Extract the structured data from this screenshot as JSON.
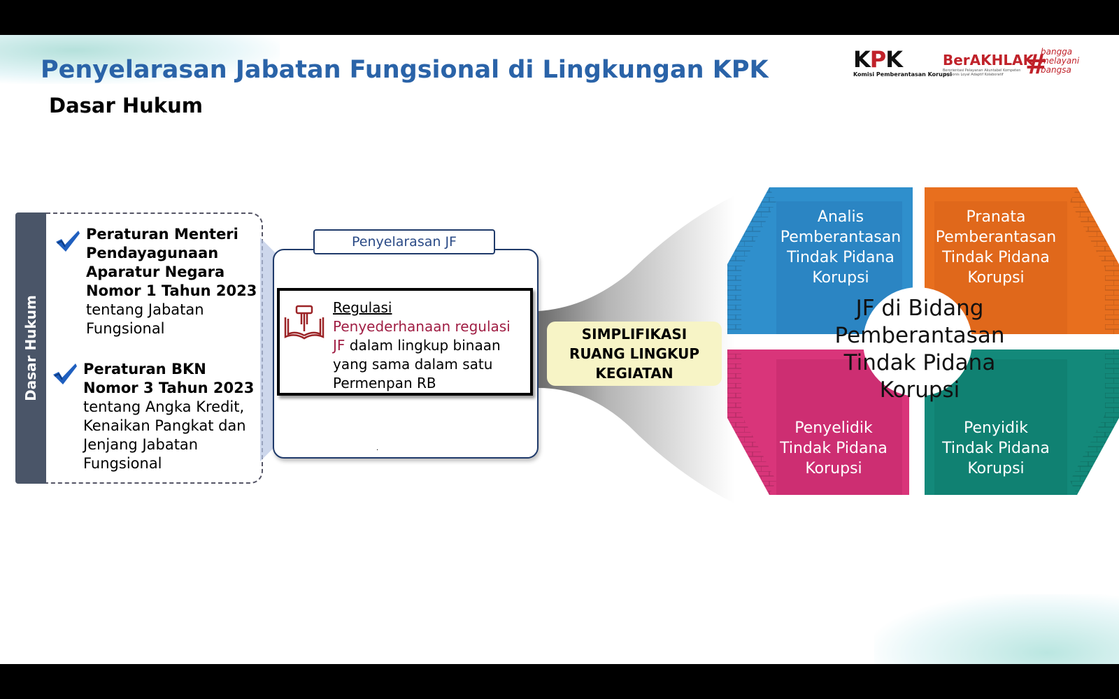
{
  "slide": {
    "title": "Penyelarasan Jabatan Fungsional di Lingkungan KPK",
    "subtitle": "Dasar Hukum"
  },
  "logos": {
    "kpk": "KPK",
    "kpk_sub": "Komisi Pemberantasan Korupsi",
    "berakhlak": "BerAKHLAK",
    "berakhlak_sub": "Berorientasi Pelayanan Akuntabel Kompeten Harmonis Loyal Adaptif Kolaboratif",
    "bangga_lines": [
      "bangga",
      "melayani",
      "bangsa"
    ]
  },
  "dasar_hukum": {
    "label": "Dasar Hukum",
    "items": [
      {
        "bold": "Peraturan Menteri Pendayagunaan Aparatur Negara Nomor 1 Tahun 2023",
        "rest": "tentang Jabatan Fungsional"
      },
      {
        "bold": "Peraturan BKN Nomor 3 Tahun 2023",
        "rest": "tentang Angka Kredit, Kenaikan Pangkat dan Jenjang Jabatan Fungsional"
      }
    ]
  },
  "penyelarasan": {
    "tab": "Penyelarasan JF",
    "regulasi_title": "Regulasi",
    "highlight": "Penyederhanaan regulasi JF",
    "body": " dalam lingkup binaan yang sama dalam satu Permenpan RB",
    "dot": "."
  },
  "simplifikasi": {
    "lines": [
      "SIMPLIFIKASI",
      "RUANG LINGKUP",
      "KEGIATAN"
    ]
  },
  "jf": {
    "center_lines": [
      "JF di Bidang",
      "Pemberantasan",
      "Tindak Pidana",
      "Korupsi"
    ],
    "quadrants": [
      {
        "lines": [
          "Analis",
          "Pemberantasan",
          "Tindak Pidana",
          "Korupsi"
        ],
        "color": "#2f8fcc"
      },
      {
        "lines": [
          "Pranata",
          "Pemberantasan",
          "Tindak Pidana",
          "Korupsi"
        ],
        "color": "#e86f1e"
      },
      {
        "lines": [
          "Penyelidik",
          "Tindak Pidana",
          "Korupsi"
        ],
        "color": "#d9357a"
      },
      {
        "lines": [
          "Penyidik",
          "Tindak Pidana",
          "Korupsi"
        ],
        "color": "#13897a"
      }
    ]
  },
  "colors": {
    "title_blue": "#2a63a8",
    "kpk_red": "#c0222a",
    "side_bar": "#4a5568",
    "highlight_red": "#a01e44",
    "simplifikasi_bg": "#f7f4c6"
  }
}
